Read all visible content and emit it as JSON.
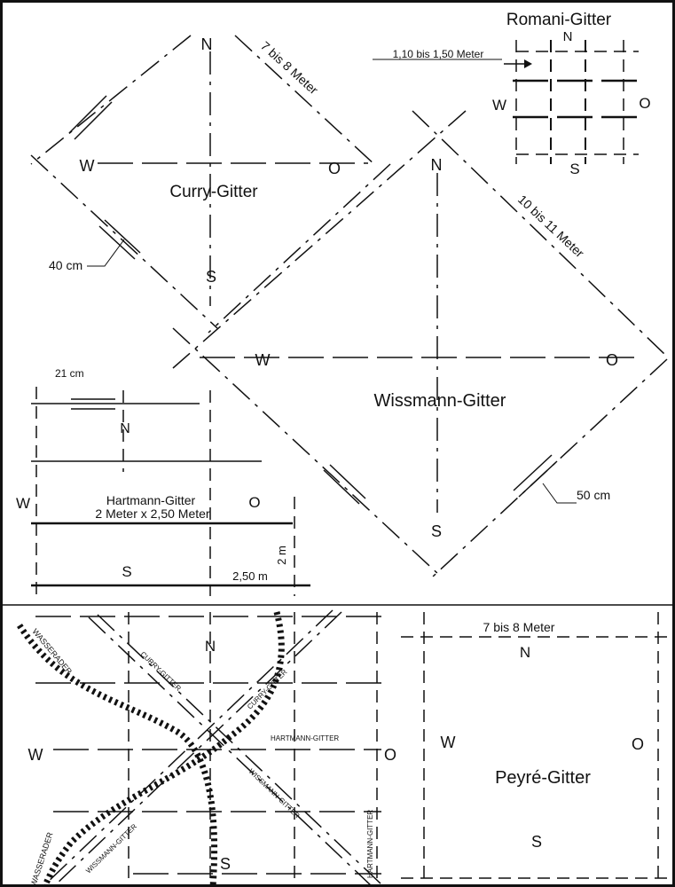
{
  "romani": {
    "title": "Romani-Gitter",
    "dim": "1,10 bis 1,50 Meter",
    "n": "N",
    "s": "S",
    "w": "W",
    "o": "O"
  },
  "curry": {
    "title": "Curry-Gitter",
    "dim": "7 bis 8 Meter",
    "width": "40 cm",
    "n": "N",
    "s": "S",
    "w": "W",
    "o": "O"
  },
  "wissmann": {
    "title": "Wissmann-Gitter",
    "dim": "10 bis 11 Meter",
    "width": "50 cm",
    "n": "N",
    "s": "S",
    "w": "W",
    "o": "O"
  },
  "hartmann": {
    "title": "Hartmann-Gitter",
    "subtitle": "2 Meter x 2,50 Meter",
    "width": "21 cm",
    "dim_v": "2 m",
    "dim_h": "2,50 m",
    "n": "N",
    "s": "S",
    "w": "W",
    "o": "O"
  },
  "combined": {
    "n": "N",
    "s": "S",
    "w": "W",
    "o": "O",
    "label_wasser1": "WASSERADER",
    "label_wasser2": "WASSERADER",
    "label_curry1": "CURRY-GITTER",
    "label_curry2": "CURRY-GITTER",
    "label_hartmann1": "HARTMANN-GITTER",
    "label_hartmann2": "HARTMANN-GITTER",
    "label_wissmann1": "WISSMANN-GITTER",
    "label_wissmann2": "WISSMANN-GITTER"
  },
  "peyre": {
    "title": "Peyré-Gitter",
    "dim": "7 bis 8 Meter",
    "n": "N",
    "s": "S",
    "w": "W",
    "o": "O"
  }
}
